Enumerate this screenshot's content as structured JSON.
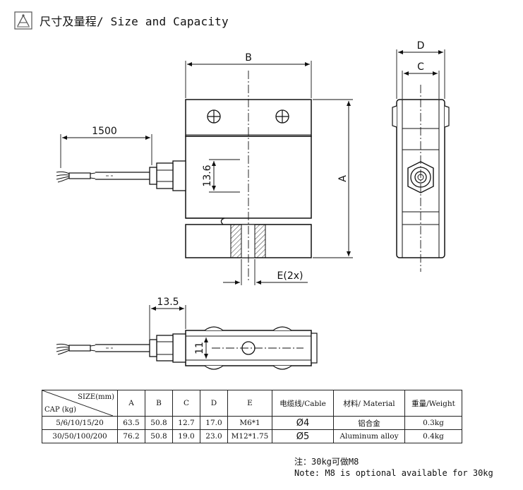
{
  "header": {
    "title": "尺寸及量程/ Size and Capacity",
    "icon": "calipers-icon"
  },
  "dimensions": {
    "B": "B",
    "A": "A",
    "D": "D",
    "C": "C",
    "cable_length": "1500",
    "thread_depth": "13.6",
    "E_label": "E(2x)",
    "bottom_offset": "13.5",
    "bottom_height": "11"
  },
  "table": {
    "corner_top": "SIZE(mm)",
    "corner_bottom": "CAP (kg)",
    "headers": [
      "A",
      "B",
      "C",
      "D",
      "E",
      "电缆线/Cable",
      "材料/ Material",
      "重量/Weight"
    ],
    "rows": [
      {
        "cap": "5/6/10/15/20",
        "A": "63.5",
        "B": "50.8",
        "C": "12.7",
        "D": "17.0",
        "E": "M6*1",
        "cable": "Ø4",
        "weight": "0.3kg"
      },
      {
        "cap": "30/50/100/200",
        "A": "76.2",
        "B": "50.8",
        "C": "19.0",
        "D": "23.0",
        "E": "M12*1.75",
        "cable": "Ø5",
        "weight": "0.4kg"
      }
    ],
    "material": [
      "铝合金",
      "Aluminum alloy"
    ]
  },
  "note": {
    "cn": "注：30kg可做M8",
    "en": "Note: M8 is optional available for 30kg"
  }
}
